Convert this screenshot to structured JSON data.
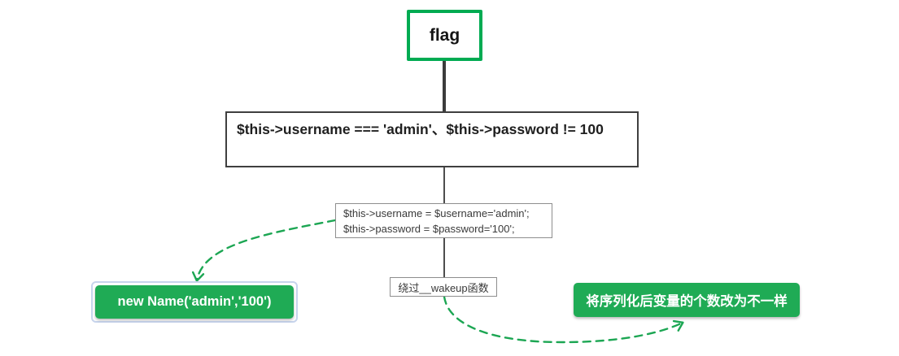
{
  "theme": {
    "canvas_bg": "#ffffff",
    "green": "#1fab55",
    "flag_border_green": "#00ab52",
    "arrow_green": "#1ca653",
    "dark_border": "#3f3f3f",
    "light_border": "#8e8e8e",
    "selection_outline": "#c7d4ec"
  },
  "nodes": {
    "flag": {
      "label": "flag"
    },
    "condition": {
      "label": "$this->username === 'admin'、$this->password != 100"
    },
    "assignment": {
      "line1": "$this->username = $username='admin';",
      "line2": "$this->password = $password='100';"
    },
    "wakeup": {
      "label": "绕过__wakeup函数"
    },
    "payload": {
      "label": "new Name('admin','100')"
    },
    "serialize_trick": {
      "label": "将序列化后变量的个数改为不一样"
    }
  }
}
